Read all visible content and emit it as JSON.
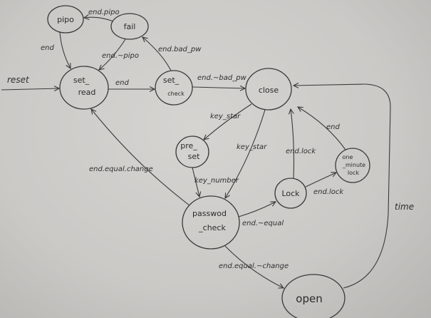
{
  "nodes": {
    "pipo": "pipo",
    "fail": "fail",
    "set_read_1": "set_",
    "set_read_2": "read",
    "set_check_1": "set_",
    "set_check_2": "check",
    "close": "close",
    "pre_set_1": "pre_",
    "pre_set_2": "set",
    "password_check_1": "passwod",
    "password_check_2": "_check",
    "lock": "Lock",
    "one_minute_lock_1": "one",
    "one_minute_lock_2": "_minute",
    "one_minute_lock_3": "lock",
    "open": "open"
  },
  "edges": {
    "end_pipo": "end.pipo",
    "end_pipo_to_set": "end",
    "end_not_pipo": "end.~pipo",
    "end_bad_pw": "end.bad_pw",
    "reset": "reset",
    "end_read": "end",
    "end_not_bad_pw": "end.~bad_pw",
    "key_star_1": "key_star",
    "key_star_2": "key_star",
    "key_number": "key_number",
    "end_equal_change": "end.equal.change",
    "end_not_equal": "end.~equal",
    "end_lock_close": "end.lock",
    "end_lock_oml": "end.lock",
    "end_oml_close": "end",
    "end_equal_not_change": "end.equal.~change",
    "time": "time"
  }
}
